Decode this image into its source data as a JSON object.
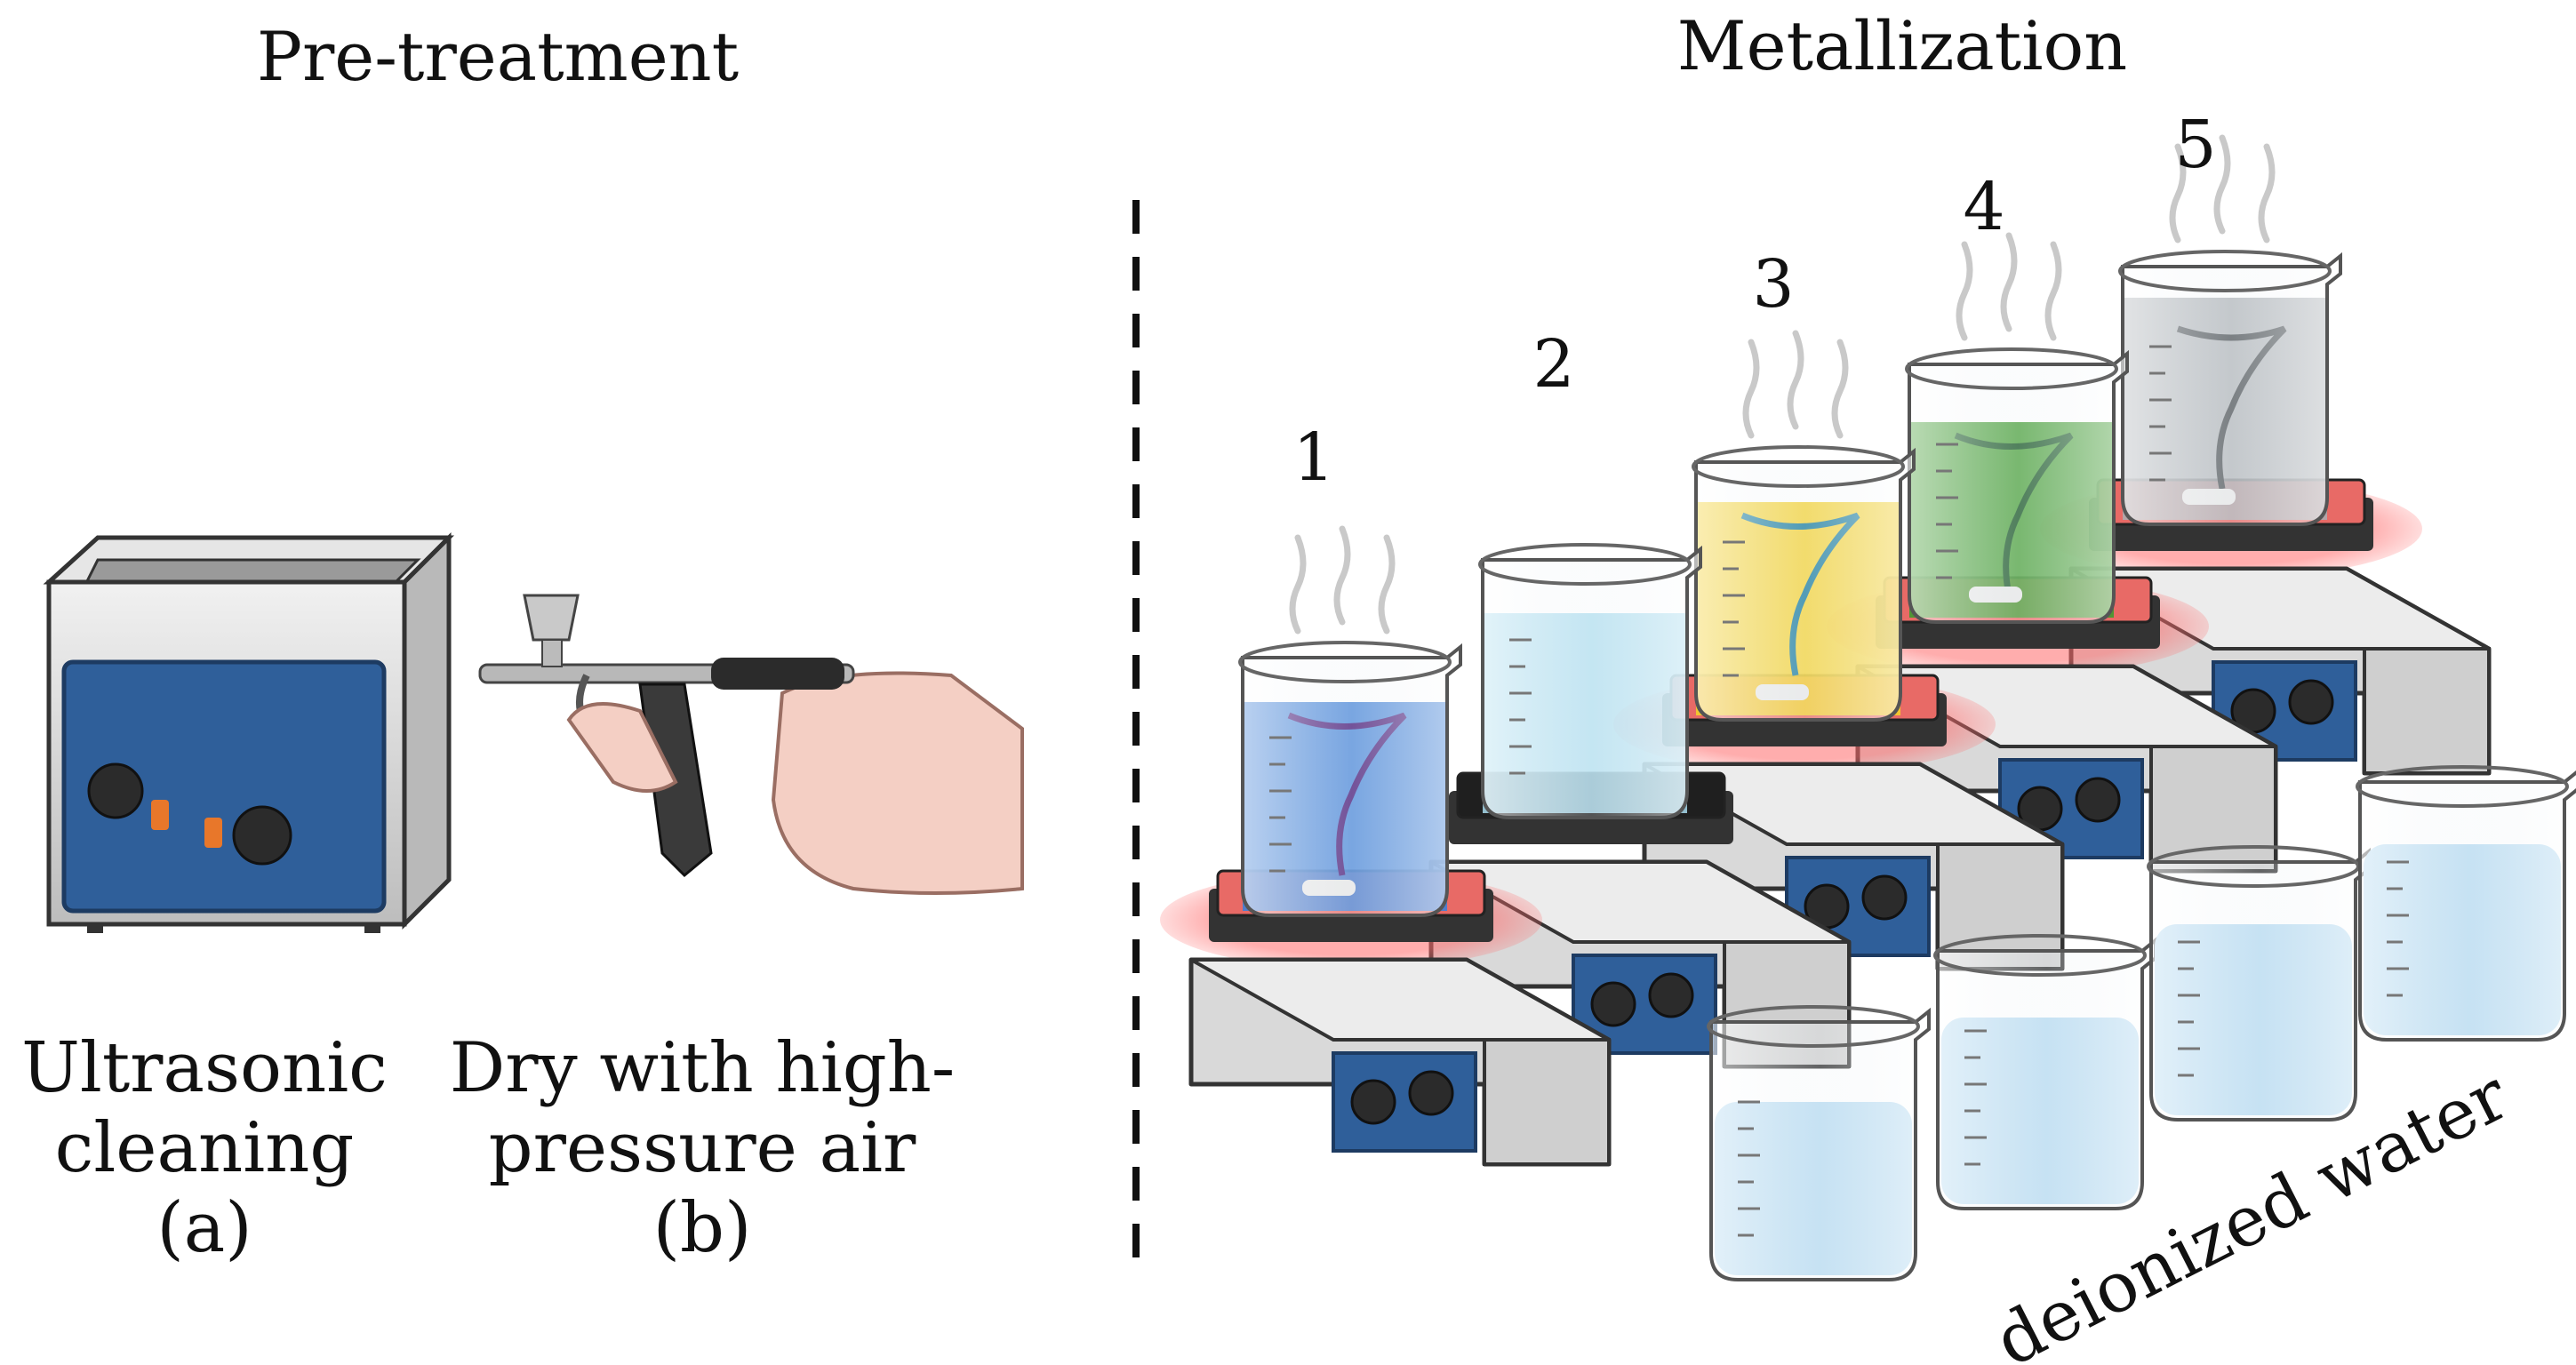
{
  "sections": {
    "pretreatment_title": "Pre-treatment",
    "metallization_title": "Metallization"
  },
  "pretreatment": {
    "step_a": {
      "line1": "Ultrasonic",
      "line2": "cleaning",
      "tag": "(a)"
    },
    "step_b": {
      "line1": "Dry with high-",
      "line2": "pressure air",
      "tag": "(b)"
    }
  },
  "metallization": {
    "stations": [
      {
        "number": "1",
        "liquid": "#3f7fd6",
        "swirl": "#4a1d7a",
        "pad": "#e86a66"
      },
      {
        "number": "2",
        "liquid": "#a9dcef",
        "swirl": "",
        "pad": "#1f1f1f"
      },
      {
        "number": "3",
        "liquid": "#f3cf2a",
        "swirl": "#1f7fa0",
        "pad": "#e86a66"
      },
      {
        "number": "4",
        "liquid": "#3f9a2f",
        "swirl": "#1d5a2a",
        "pad": "#e86a66"
      },
      {
        "number": "5",
        "liquid": "#a9aeb3",
        "swirl": "#555a5e",
        "pad": "#e86a66"
      }
    ],
    "rinse_label": "deionized water"
  },
  "colors": {
    "plate_blue": "#2f5f9a",
    "device_grey": "#d9d9d9",
    "rinse_water": "#b9dcf2"
  }
}
